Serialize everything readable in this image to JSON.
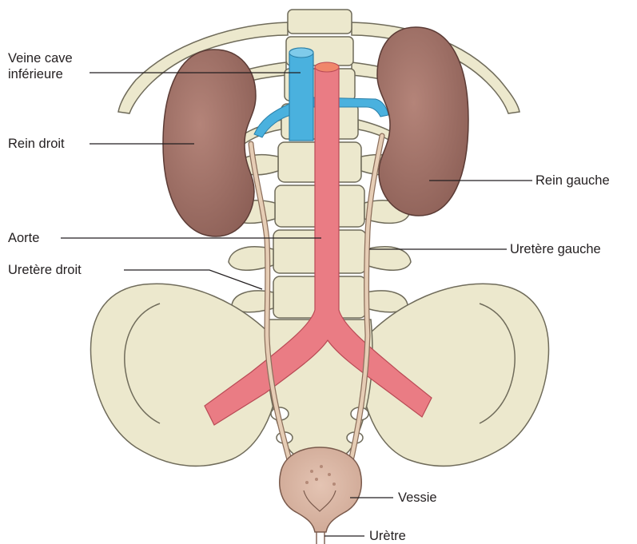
{
  "labels": {
    "veine_cave_1": "Veine cave",
    "veine_cave_2": "inférieure",
    "rein_droit": "Rein droit",
    "aorte": "Aorte",
    "uretere_droit": "Uretère droit",
    "rein_gauche": "Rein gauche",
    "uretere_gauche": "Uretère gauche",
    "vessie": "Vessie",
    "uretre": "Urètre"
  },
  "colors": {
    "bone": "#ece8cd",
    "bone_outline": "#6f6b5a",
    "kidney": "#a2736a",
    "vein": "#4ab1de",
    "artery": "#ea7c84",
    "ureter": "#e6cdb5",
    "bladder": "#dcb7a6"
  }
}
